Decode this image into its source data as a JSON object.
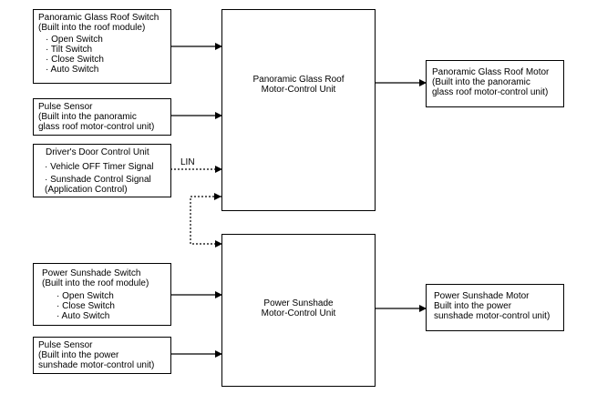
{
  "boxes": {
    "glass_roof_switch": {
      "title": "Panoramic Glass Roof Switch",
      "note": "(Built into the roof module)",
      "items": [
        "· Open Switch",
        "· Tilt Switch",
        "· Close Switch",
        "· Auto Switch"
      ]
    },
    "pulse_sensor_roof": {
      "title": "Pulse Sensor",
      "note": "(Built into the panoramic\nglass roof motor-control unit)"
    },
    "driver_door_unit": {
      "title": "Driver's Door Control Unit",
      "items": [
        "· Vehicle OFF Timer Signal",
        "· Sunshade Control Signal\n(Application Control)"
      ]
    },
    "glass_roof_mcu": {
      "title": "Panoramic Glass Roof\nMotor-Control Unit"
    },
    "glass_roof_motor": {
      "title": "Panoramic Glass Roof Motor",
      "note": "(Built into the panoramic\nglass roof motor-control unit)"
    },
    "sunshade_switch": {
      "title": "Power Sunshade Switch",
      "note": "(Built into the roof module)",
      "items": [
        "· Open Switch",
        "· Close Switch",
        "· Auto Switch"
      ]
    },
    "pulse_sensor_sunshade": {
      "title": "Pulse Sensor",
      "note": "(Built into the power\nsunshade motor-control unit)"
    },
    "sunshade_mcu": {
      "title": "Power Sunshade\nMotor-Control Unit"
    },
    "sunshade_motor": {
      "title": "Power Sunshade Motor",
      "note": "Built into the power\nsunshade motor-control unit)"
    }
  },
  "connectors": {
    "lin_label": "LIN"
  }
}
